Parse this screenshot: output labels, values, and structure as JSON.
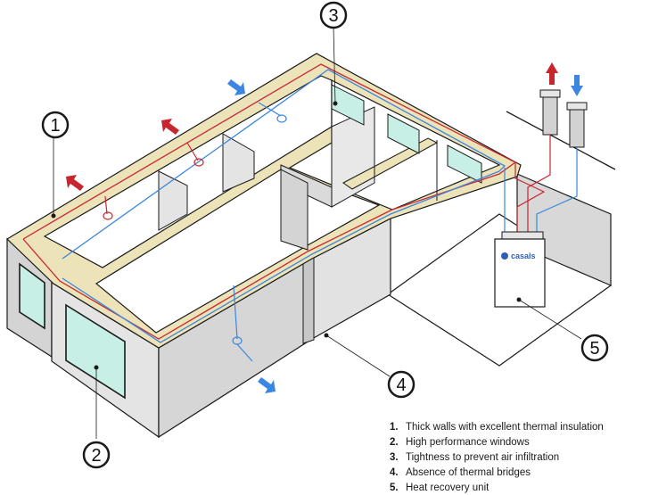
{
  "colors": {
    "wall_face": "#e6e6e6",
    "wall_side": "#d2d2d2",
    "wall_top": "#ece3b8",
    "floor": "#ffffff",
    "window": "#c7efe6",
    "outline": "#1a1a1a",
    "exhaust_line": "#c8262f",
    "supply_line": "#3a86e0",
    "logo": "#2f5fb3"
  },
  "callouts": [
    {
      "id": "1",
      "label": "1"
    },
    {
      "id": "2",
      "label": "2"
    },
    {
      "id": "3",
      "label": "3"
    },
    {
      "id": "4",
      "label": "4"
    },
    {
      "id": "5",
      "label": "5"
    }
  ],
  "legend": [
    {
      "num": "1.",
      "text": "Thick walls with excellent thermal insulation"
    },
    {
      "num": "2.",
      "text": "High performance windows"
    },
    {
      "num": "3.",
      "text": "Tightness to prevent air infiltration"
    },
    {
      "num": "4.",
      "text": "Absence of thermal bridges"
    },
    {
      "num": "5.",
      "text": "Heat recovery unit"
    }
  ],
  "unit": {
    "brand": "casals"
  },
  "icons": {
    "exhaust_arrow": "arrow-up-red",
    "supply_arrow": "arrow-down-blue",
    "airflow_out": "arrow-outward-red",
    "airflow_in": "arrow-inward-blue"
  }
}
